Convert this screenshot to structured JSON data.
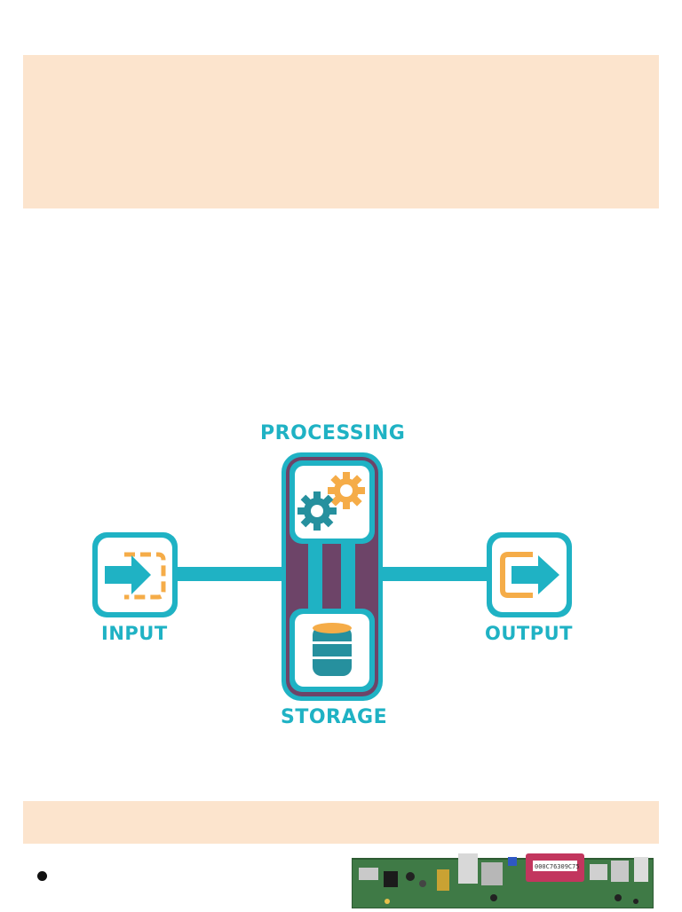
{
  "diagram": {
    "processing_label": "PROCESSING",
    "input_label": "INPUT",
    "output_label": "OUTPUT",
    "storage_label": "STORAGE",
    "colors": {
      "teal": "#1fb2c4",
      "dark_teal": "#26909e",
      "orange": "#f5ac48",
      "purple": "#6d4468",
      "peach_band": "#fce4cd"
    },
    "icons": [
      "input-arrow-icon",
      "gears-icon",
      "database-icon",
      "output-arrow-icon"
    ]
  },
  "motherboard": {
    "sticker_text": "000C76309C75"
  }
}
